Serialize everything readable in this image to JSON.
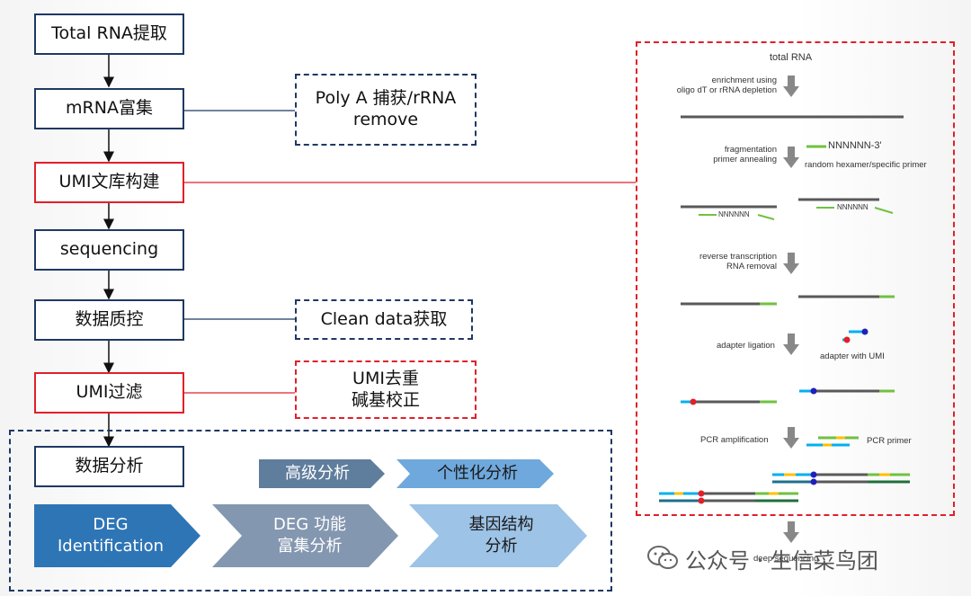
{
  "flow": {
    "total_rna": "Total RNA提取",
    "mrna": "mRNA富集",
    "umi_lib": "UMI文库构建",
    "sequencing": "sequencing",
    "qc": "数据质控",
    "umi_filter": "UMI过滤",
    "analysis": "数据分析"
  },
  "side_notes": {
    "polya_line1": "Poly A 捕获/rRNA",
    "polya_line2": "remove",
    "clean_data": "Clean data获取",
    "umi_dedup_line1": "UMI去重",
    "umi_dedup_line2": "碱基校正"
  },
  "analysis_panel": {
    "advanced": "高级分析",
    "personalized": "个性化分析",
    "deg_line1": "DEG",
    "deg_line2": "Identification",
    "func_line1": "DEG 功能",
    "func_line2": "富集分析",
    "gene_line1": "基因结构",
    "gene_line2": "分析"
  },
  "workflow_panel": {
    "title": "total RNA",
    "enrich_line1": "enrichment using",
    "enrich_line2": "oligo dT or rRNA depletion",
    "frag_line1": "fragmentation",
    "frag_line2": "primer annealing",
    "primer_seq": "NNNNNN-3'",
    "primer_label": "random hexamer/specific primer",
    "nnn_left": "NNNNNN",
    "nnn_right": "NNNNNN",
    "rt_line1": "reverse transcription",
    "rt_line2": "RNA removal",
    "adapter_ligation": "adapter ligation",
    "adapter_umi": "adapter with UMI",
    "pcr_amp": "PCR amplification",
    "pcr_primer": "PCR primer",
    "deep_seq": "deep sequencing"
  },
  "watermark": "公众号 · 生信菜鸟团",
  "colors": {
    "navy": "#1f3864",
    "red": "#e0202a",
    "deg_blue": "#2e75b6",
    "func_gray": "#8497b0",
    "gene_light": "#9dc3e6",
    "advanced_gray": "#5f7d9c",
    "personal_blue": "#6fa8dc",
    "strand_gray": "#595959",
    "primer_green": "#70c141",
    "adapter_blue": "#00b0f0",
    "umi_yellow": "#ffc000"
  }
}
